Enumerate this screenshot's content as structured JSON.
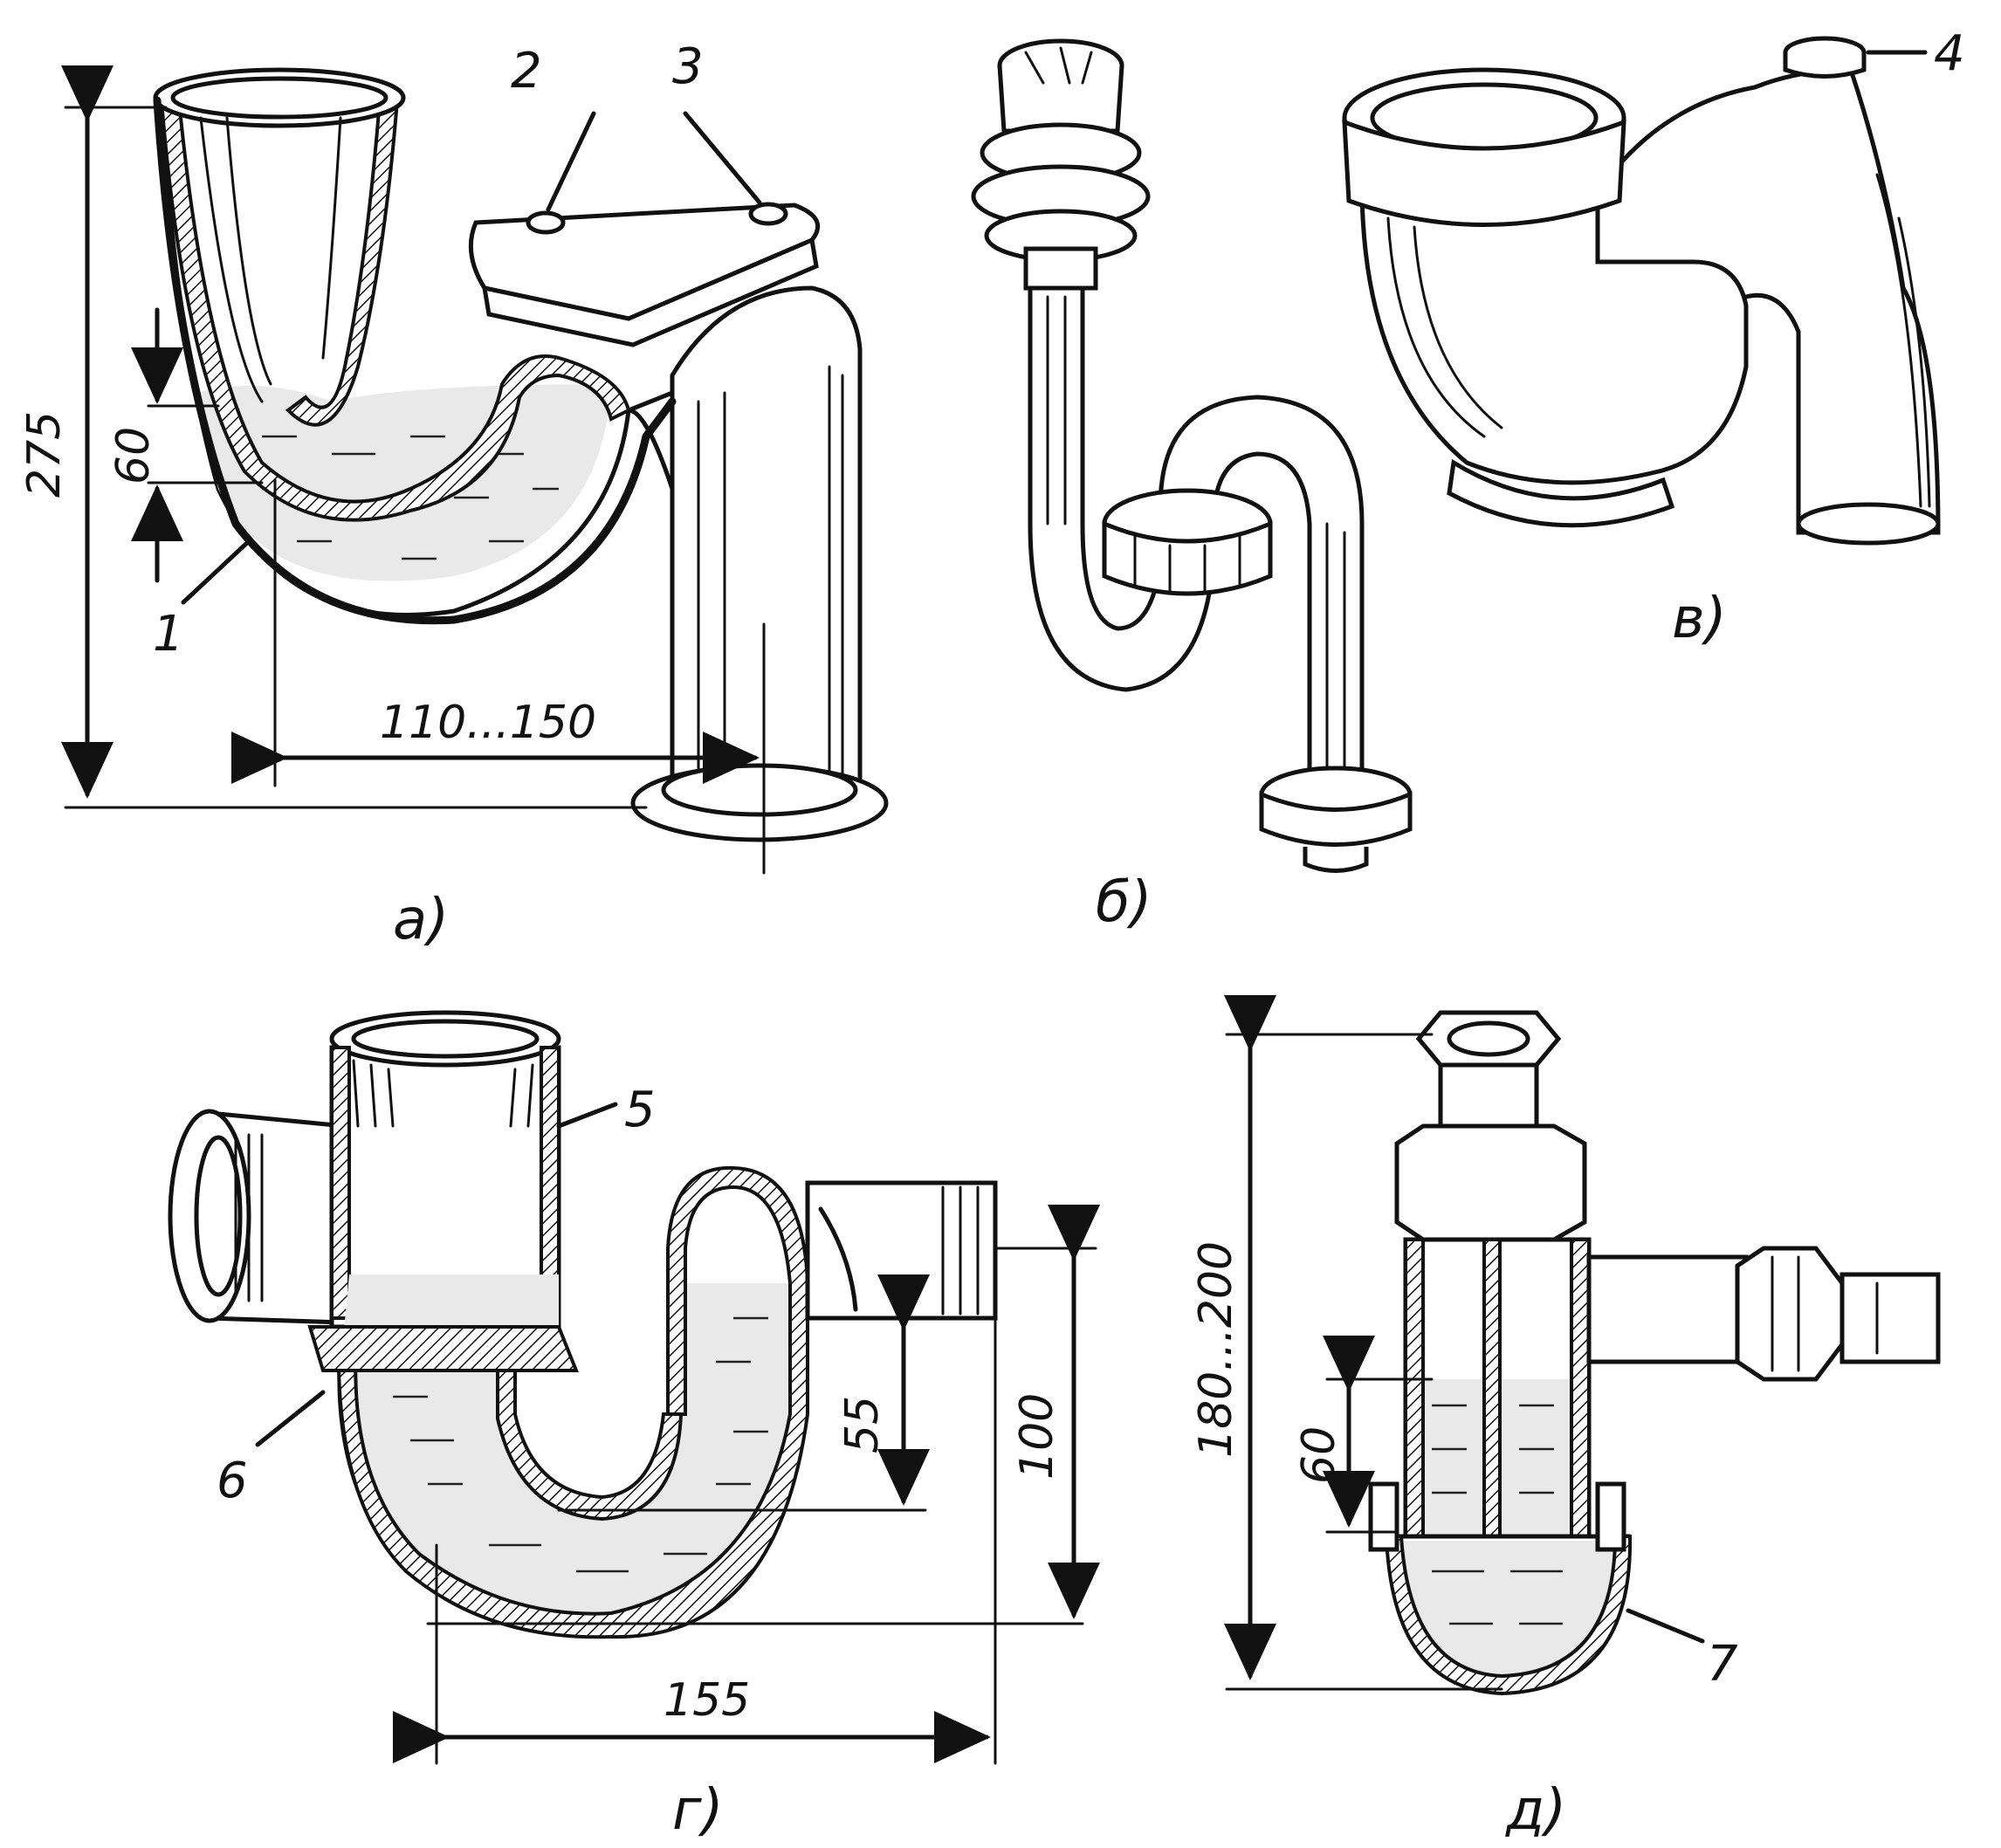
{
  "panels": {
    "a": {
      "caption": "а)",
      "callouts": [
        "1",
        "2",
        "3"
      ],
      "dimensions": {
        "height": "275",
        "seal": "60",
        "offset": "110...150"
      }
    },
    "b": {
      "caption": "б)"
    },
    "v": {
      "caption": "в)",
      "callouts": [
        "4"
      ]
    },
    "g": {
      "caption": "г)",
      "callouts": [
        "5",
        "6"
      ],
      "dimensions": {
        "seal": "55",
        "height": "100",
        "width": "155"
      }
    },
    "d": {
      "caption": "д)",
      "callouts": [
        "7"
      ],
      "dimensions": {
        "height": "180...200",
        "seal": "60"
      }
    }
  },
  "colors": {
    "ink": "#111111",
    "water": "#e9e9e9",
    "paper": "#ffffff"
  }
}
